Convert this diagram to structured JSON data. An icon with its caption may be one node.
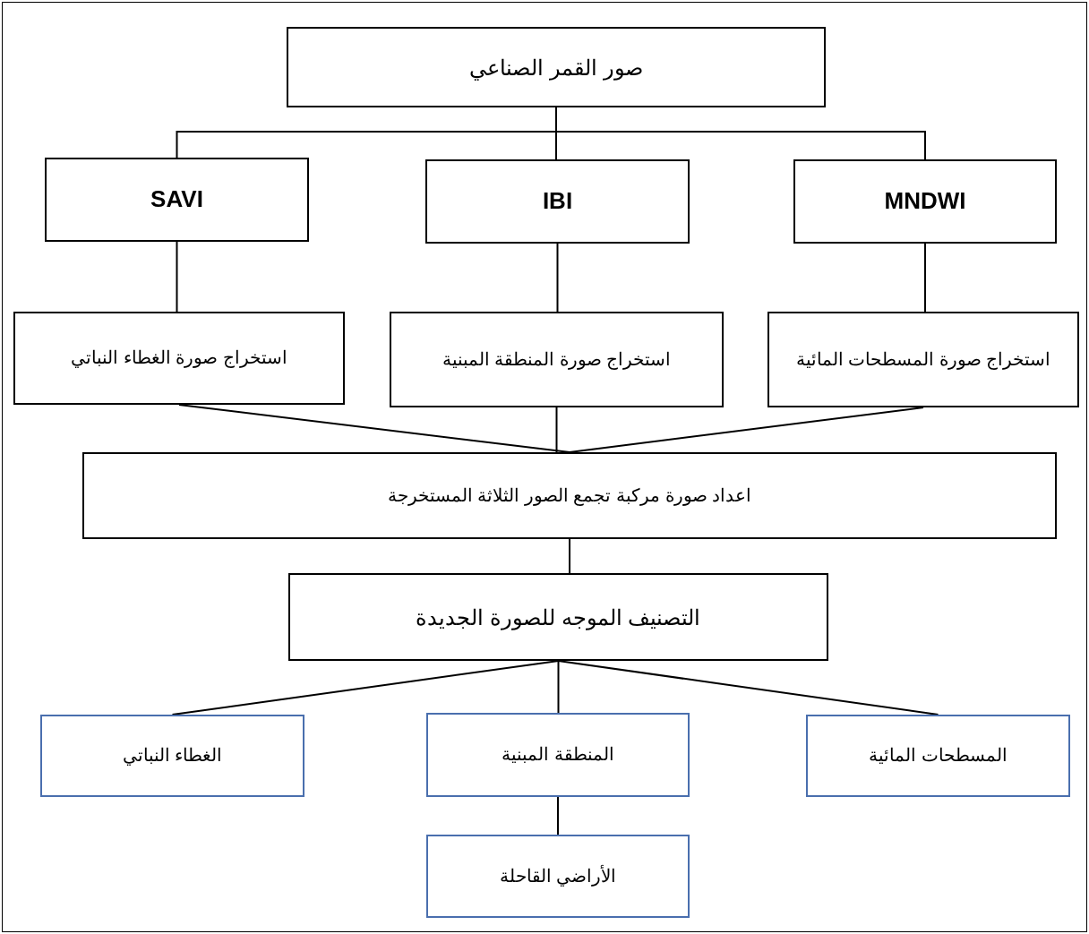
{
  "diagram": {
    "nodes": [
      {
        "text": [
          "صور القمر الصناعي"
        ]
      },
      {
        "text": [
          "SAVI"
        ]
      },
      {
        "text": [
          "IBI"
        ]
      },
      {
        "text": [
          "MNDWI"
        ]
      },
      {
        "text": [
          "استخراج صورة الغطاء النباتي"
        ]
      },
      {
        "text": [
          "استخراج صورة المنطقة المبنية"
        ]
      },
      {
        "text": [
          "استخراج صورة المسطحات المائية"
        ]
      },
      {
        "text": [
          "اعداد صورة مركبة تجمع الصور الثلاثة المستخرجة"
        ]
      },
      {
        "text": [
          "التصنيف الموجه للصورة الجديدة"
        ]
      },
      {
        "text": [
          "الغطاء النباتي"
        ]
      },
      {
        "text": [
          "المنطقة المبنية"
        ]
      },
      {
        "text": [
          "المسطحات المائية"
        ]
      },
      {
        "text": [
          "الأراضي القاحلة"
        ]
      }
    ],
    "edges": [
      {
        "from": 0,
        "to": 1,
        "arrow": "none"
      },
      {
        "from": 0,
        "to": 2,
        "arrow": "none"
      },
      {
        "from": 0,
        "to": 3,
        "arrow": "none"
      },
      {
        "from": 1,
        "to": 4,
        "arrow": "none"
      },
      {
        "from": 2,
        "to": 5,
        "arrow": "none"
      },
      {
        "from": 3,
        "to": 6,
        "arrow": "none"
      },
      {
        "from": 4,
        "to": 7,
        "arrow": "none"
      },
      {
        "from": 5,
        "to": 7,
        "arrow": "none"
      },
      {
        "from": 6,
        "to": 7,
        "arrow": "none"
      },
      {
        "from": 7,
        "to": 8,
        "arrow": "none"
      },
      {
        "from": 8,
        "to": 9,
        "arrow": "none"
      },
      {
        "from": 8,
        "to": 10,
        "arrow": "none"
      },
      {
        "from": 8,
        "to": 11,
        "arrow": "none"
      },
      {
        "from": 10,
        "to": 12,
        "arrow": "none"
      }
    ]
  }
}
